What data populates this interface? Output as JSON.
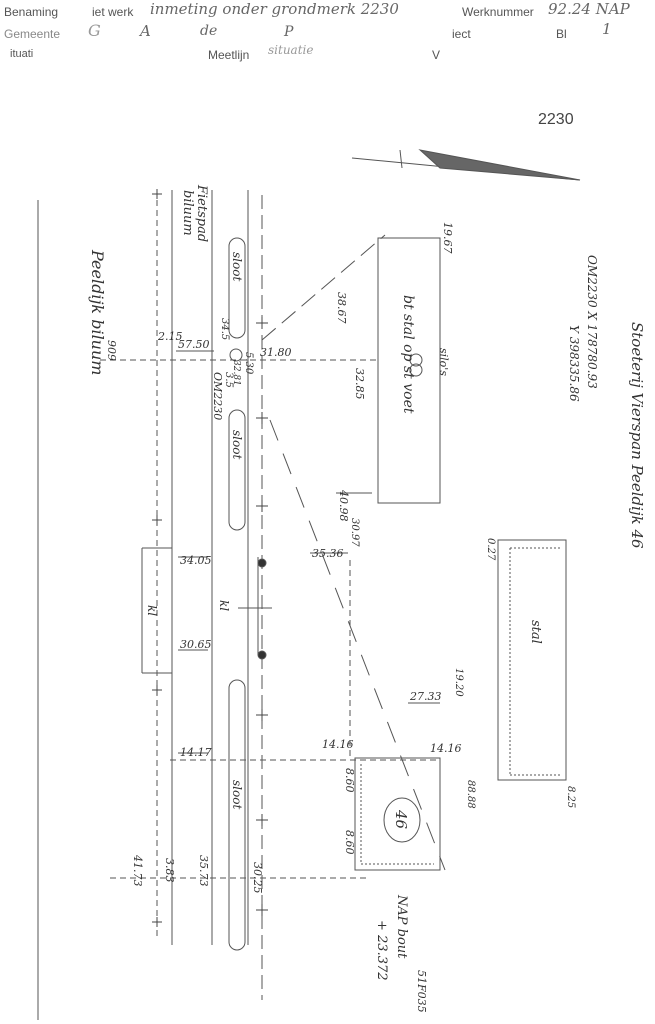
{
  "header": {
    "benaming_label": "Benaming",
    "werk_label": "iet werk",
    "werk_value": "inmeting onder grondmerk 2230",
    "werknummer_label": "Werknummer",
    "werknummer_value": "92.24 NAP",
    "gemeente_label": "Gemeente",
    "gemeente_value_1": "G",
    "gemeente_value_2": "A",
    "gemeente_value_3": "de",
    "gemeente_value_4": "P",
    "sectie_label": "iect",
    "blad_label": "Bl",
    "blad_value": "1",
    "situatie_label": "ituati",
    "meetlijn_label": "Meetlijn",
    "meetlijn_value": "situatie",
    "v_label": "V"
  },
  "sketch": {
    "number": "2230",
    "road_label": "Peeldijk biluum",
    "fietspad_label": "Fietspad",
    "fietspad_label_2": "biluum",
    "sloot_1": "sloot",
    "sloot_2": "sloot",
    "sloot_3": "sloot",
    "km": "kl",
    "km_2": "kl",
    "om_label": "OM2230",
    "building_1_label": "bt stal op st voet",
    "silos_label": "silo's",
    "stal_label": "stal",
    "house_number": "46",
    "coordinates_x": "OM2230 X 178780.93",
    "coordinates_y": "Y 398335.86",
    "address_line": "Stoeterij  Vierspan Peeldijk 46",
    "nap_label": "NAP bout",
    "nap_value": "+ 23.372",
    "nap_code": "51F035",
    "dims": {
      "d1": "57.50",
      "d2": "2.15",
      "d3": "909",
      "d4": "31.80",
      "d5": "5.30",
      "d6": "38.67",
      "d7": "32.85",
      "d8": "34.05",
      "d9": "30.65",
      "d10": "14.17",
      "d11": "35.73",
      "d12": "41.73",
      "d13": "30.25",
      "d14": "3.83",
      "d15": "35.36",
      "d16": "30.97",
      "d17": "27.33",
      "d18": "19.20",
      "d19": "14.16",
      "d20": "14.16",
      "d21": "8.60",
      "d22": "8.60",
      "d23": "19.67",
      "d24": "40.98",
      "d25": "0.27",
      "d26": "88.88",
      "d27": "8.25",
      "d28": "34.5",
      "d29": "3.5",
      "d30": "32.81"
    }
  }
}
